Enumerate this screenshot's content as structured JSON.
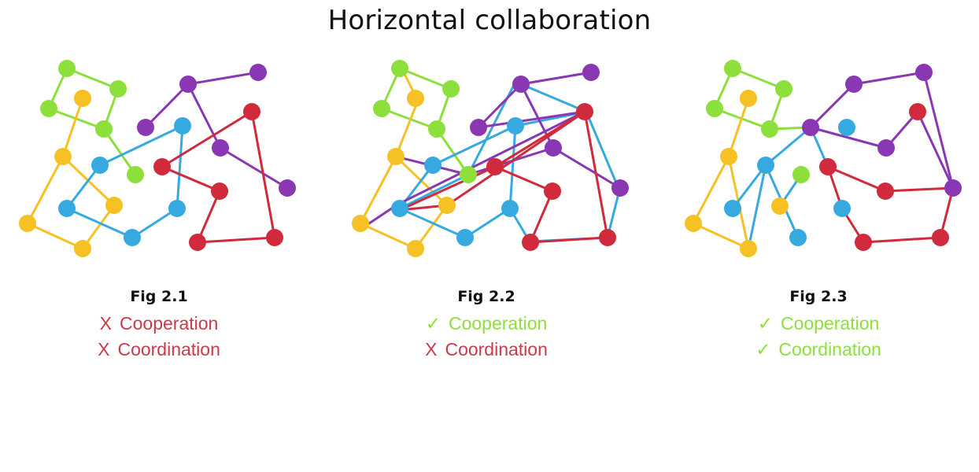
{
  "title": "Horizontal collaboration",
  "colors": {
    "green": "#8ddf3c",
    "yellow": "#f5c125",
    "blue": "#36aae0",
    "purple": "#8a37b4",
    "red": "#d02a3c",
    "positive": "#8ddf3c",
    "negative": "#c93a4a"
  },
  "figures": [
    {
      "label": "Fig 2.1",
      "cooperation": {
        "mark": "X",
        "text": "Cooperation",
        "status": "negative"
      },
      "coordination": {
        "mark": "X",
        "text": "Coordination",
        "status": "negative"
      }
    },
    {
      "label": "Fig 2.2",
      "cooperation": {
        "mark": "✓",
        "text": "Cooperation",
        "status": "positive"
      },
      "coordination": {
        "mark": "X",
        "text": "Coordination",
        "status": "negative"
      }
    },
    {
      "label": "Fig 2.3",
      "cooperation": {
        "mark": "✓",
        "text": "Cooperation",
        "status": "positive"
      },
      "coordination": {
        "mark": "✓",
        "text": "Coordination",
        "status": "positive"
      }
    }
  ]
}
